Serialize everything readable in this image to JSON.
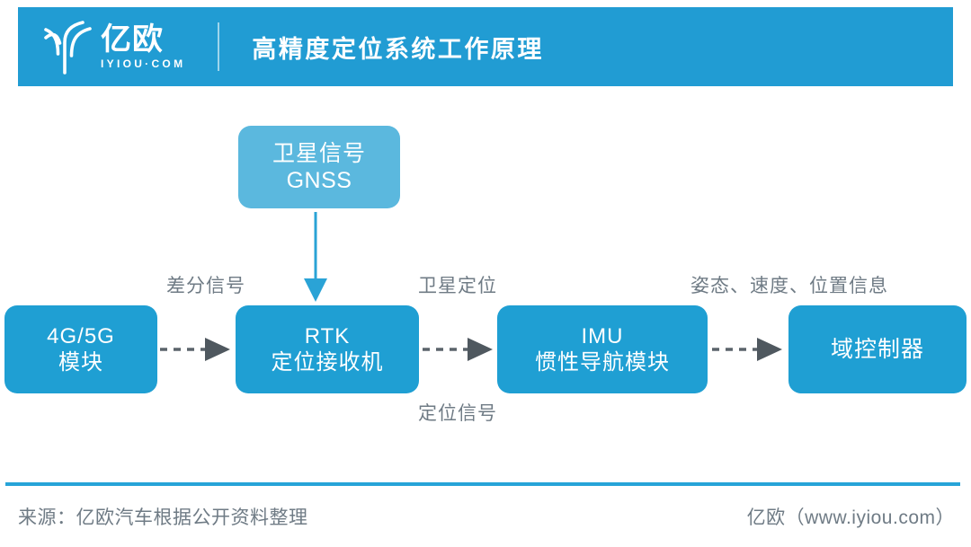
{
  "header": {
    "logo_cn": "亿欧",
    "logo_en": "IYIOU·COM",
    "logo_mark_name": "iyiou-sprout-logo",
    "title": "高精度定位系统工作原理",
    "bar_color": "#219cd3"
  },
  "diagram": {
    "nodes": [
      {
        "id": "gnss",
        "line1": "卫星信号",
        "line2": "GNSS",
        "color": "#5bb8de"
      },
      {
        "id": "mobile",
        "line1": "4G/5G",
        "line2": "模块",
        "color": "#1f9fd3"
      },
      {
        "id": "rtk",
        "line1": "RTK",
        "line2": "定位接收机",
        "color": "#1f9fd3"
      },
      {
        "id": "imu",
        "line1": "IMU",
        "line2": "惯性导航模块",
        "color": "#1f9fd3"
      },
      {
        "id": "dcu",
        "line1": "域控制器",
        "line2": "",
        "color": "#1f9fd3"
      }
    ],
    "edge_labels": {
      "differential_signal": "差分信号",
      "satellite_positioning": "卫星定位",
      "positioning_signal": "定位信号",
      "attitude_speed_position": "姿态、速度、位置信息"
    },
    "arrow_colors": {
      "solid_blue": "#2aa3d6",
      "dashed_gray": "#5b646b"
    }
  },
  "footer": {
    "source": "来源：亿欧汽车根据公开资料整理",
    "site": "亿欧（www.iyiou.com）",
    "rule_color": "#27a4d8"
  }
}
